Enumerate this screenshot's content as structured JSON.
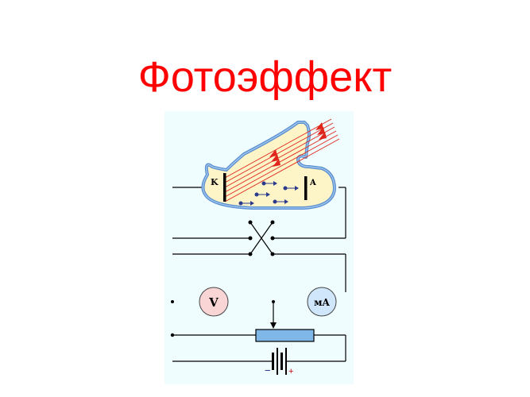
{
  "slide": {
    "title": "Фотоэффект"
  },
  "diagram": {
    "background": "#effdff",
    "tube": {
      "fill": "#fdf5c8",
      "border": "#5b8fd0",
      "cathode_label": "K",
      "anode_label": "A"
    },
    "light_rays_color": "#e0261c",
    "electron_color": "#2a3a8c",
    "voltmeter": {
      "label": "V",
      "fill": "#f9d5d5"
    },
    "milliammeter": {
      "label": "мA",
      "fill": "#cfe6fb"
    },
    "rheostat_fill": "#7fb7e8",
    "battery": {
      "minus": "−",
      "plus": "+"
    },
    "minus_color": "#1a2a8c",
    "plus_color": "#c00000"
  }
}
